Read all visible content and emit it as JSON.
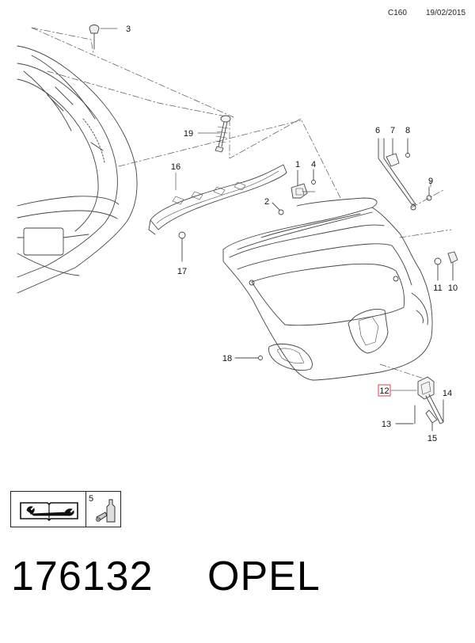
{
  "header": {
    "code": "C160",
    "date": "19/02/2015"
  },
  "callouts": [
    {
      "id": "c1",
      "text": "1"
    },
    {
      "id": "c2",
      "text": "2"
    },
    {
      "id": "c3",
      "text": "3"
    },
    {
      "id": "c4",
      "text": "4"
    },
    {
      "id": "c5",
      "text": "5"
    },
    {
      "id": "c6",
      "text": "6"
    },
    {
      "id": "c7",
      "text": "7"
    },
    {
      "id": "c8",
      "text": "8"
    },
    {
      "id": "c9",
      "text": "9"
    },
    {
      "id": "c10",
      "text": "10"
    },
    {
      "id": "c11",
      "text": "11"
    },
    {
      "id": "c12",
      "text": "12"
    },
    {
      "id": "c13",
      "text": "13"
    },
    {
      "id": "c14",
      "text": "14"
    },
    {
      "id": "c15",
      "text": "15"
    },
    {
      "id": "c16",
      "text": "16"
    },
    {
      "id": "c17",
      "text": "17"
    },
    {
      "id": "c18",
      "text": "18"
    },
    {
      "id": "c19",
      "text": "19"
    }
  ],
  "highlight_color": "#e0404a",
  "legend": {
    "number": "5",
    "icons": [
      "manual-wrench-icon",
      "lubricant-bottle-icon"
    ]
  },
  "footer": {
    "part_number": "176132",
    "brand": "OPEL"
  }
}
